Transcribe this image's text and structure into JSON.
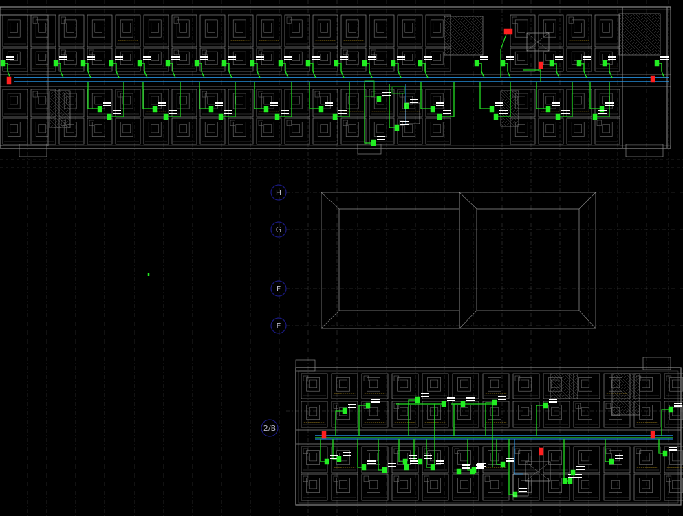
{
  "drawing": {
    "background": "#000000",
    "colors": {
      "wall": "#8a8a8a",
      "wall_dark": "#5a5a5a",
      "grid": "#4a4a4a",
      "pipe_main": "#2aa6ff",
      "pipe_branch": "#22dd22",
      "unit": "#22ee22",
      "alarm": "#ff2020",
      "axis_circle": "#1a1a80",
      "axis_text": "#b8b8c8",
      "hatch": "#666666",
      "furniture": "#777777",
      "accent_yellow": "#c8a020"
    }
  },
  "axes": {
    "row_labels": [
      "H",
      "G",
      "F",
      "E",
      "2/B"
    ]
  }
}
